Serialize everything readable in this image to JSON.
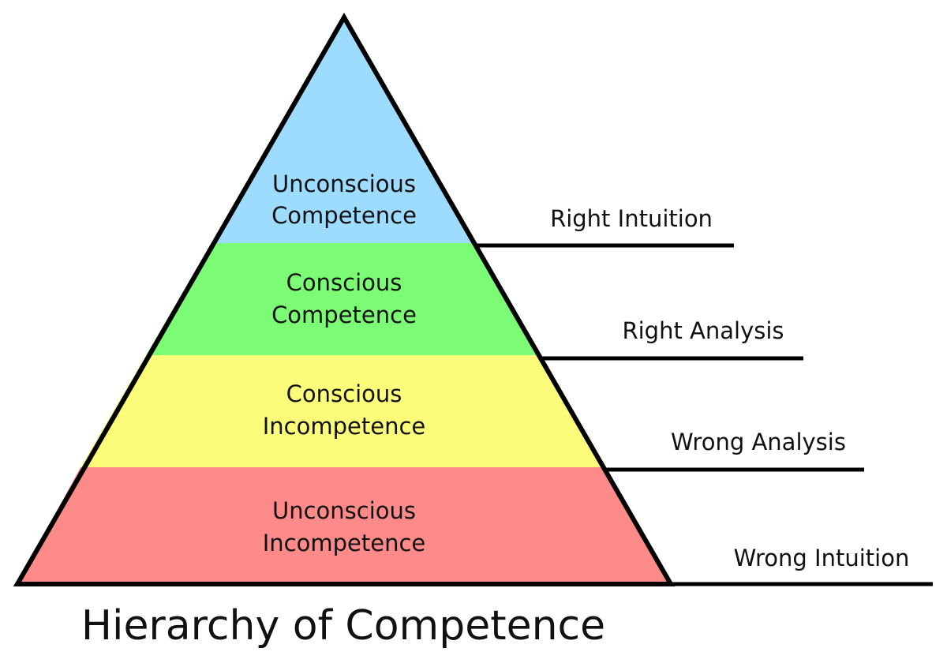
{
  "title": "Hierarchy of Competence",
  "layers": [
    {
      "line1": "Unconscious",
      "line2": "Competence",
      "color": "#9ddcff"
    },
    {
      "line1": "Conscious",
      "line2": "Competence",
      "color": "#7cfc74"
    },
    {
      "line1": "Conscious",
      "line2": "Incompetence",
      "color": "#fcfc7b"
    },
    {
      "line1": "Unconscious",
      "line2": "Incompetence",
      "color": "#fc8a88"
    }
  ],
  "side_labels": [
    "Right Intuition",
    "Right Analysis",
    "Wrong Analysis",
    "Wrong Intuition"
  ],
  "outline_color": "#000000"
}
